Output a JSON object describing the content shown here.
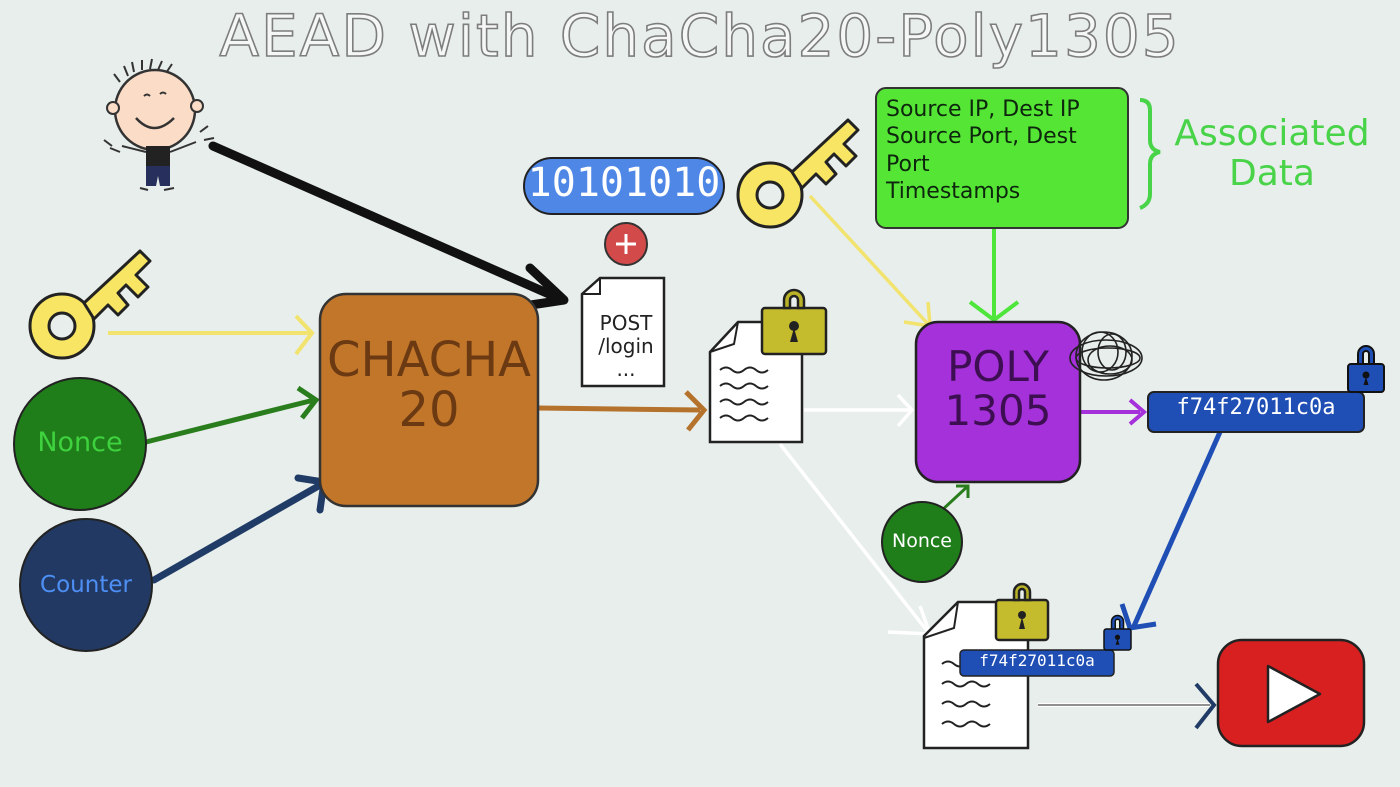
{
  "title": "AEAD with ChaCha20-Poly1305",
  "chacha": {
    "line1": "CHACHA",
    "line2": "20"
  },
  "poly": {
    "line1": "POLY",
    "line2": "1305"
  },
  "nonce_label": "Nonce",
  "counter_label": "Counter",
  "nonce_small_label": "Nonce",
  "binary": "10101010",
  "plaintext": {
    "line1": "POST",
    "line2": "/login",
    "line3": "..."
  },
  "associated_data": {
    "label_line1": "Associated",
    "label_line2": "Data",
    "lines": [
      "Source IP, Dest IP",
      "Source Port, Dest",
      "Port",
      "Timestamps"
    ]
  },
  "tag": "f74f27011c0a",
  "colors": {
    "chacha_fill": "#c2762a",
    "poly_fill": "#a431d9",
    "nonce_fill": "#1f7d1a",
    "counter_fill": "#223a63",
    "binary_fill": "#4f87e6",
    "ad_fill": "#55e635",
    "tag_fill": "#1f4fb5",
    "key_fill": "#f7e563",
    "lock_fill": "#c4bc2d",
    "play_fill": "#d92020"
  },
  "icons": [
    "person-icon",
    "key-icon",
    "lock-icon",
    "document-icon",
    "plus-icon",
    "scribble-icon",
    "play-button-icon"
  ]
}
